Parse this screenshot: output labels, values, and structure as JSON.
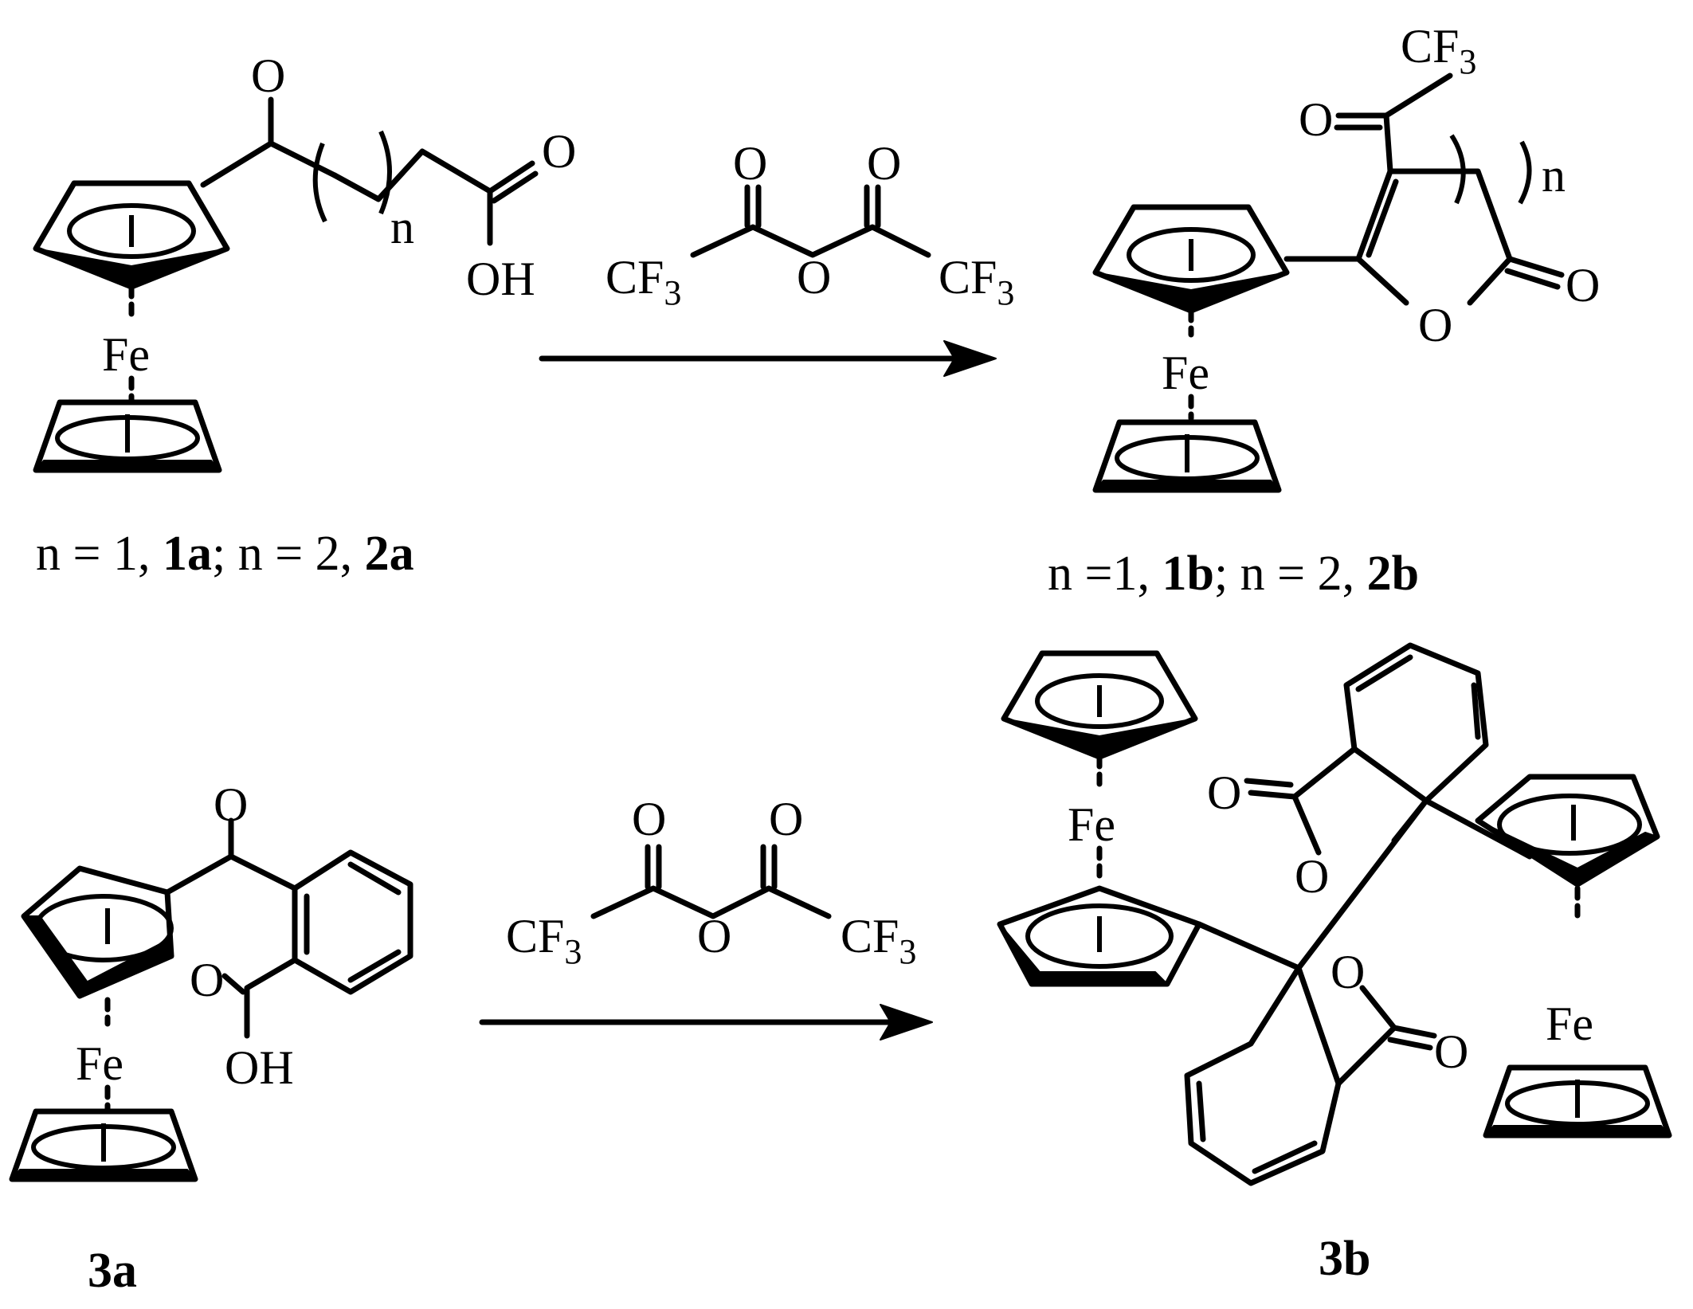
{
  "atoms": {
    "fe": "Fe",
    "o": "O",
    "oh": "OH",
    "cf": "CF",
    "sub3": "3",
    "n": "n"
  },
  "labels": {
    "row1_left": {
      "pre": "n = 1, ",
      "b1": "1a",
      "mid": "; n = 2, ",
      "b2": "2a"
    },
    "row1_right": {
      "pre": "n =1, ",
      "b1": "1b",
      "mid": "; n = 2, ",
      "b2": "2b"
    },
    "row2_left": "3a",
    "row2_right": "3b"
  }
}
